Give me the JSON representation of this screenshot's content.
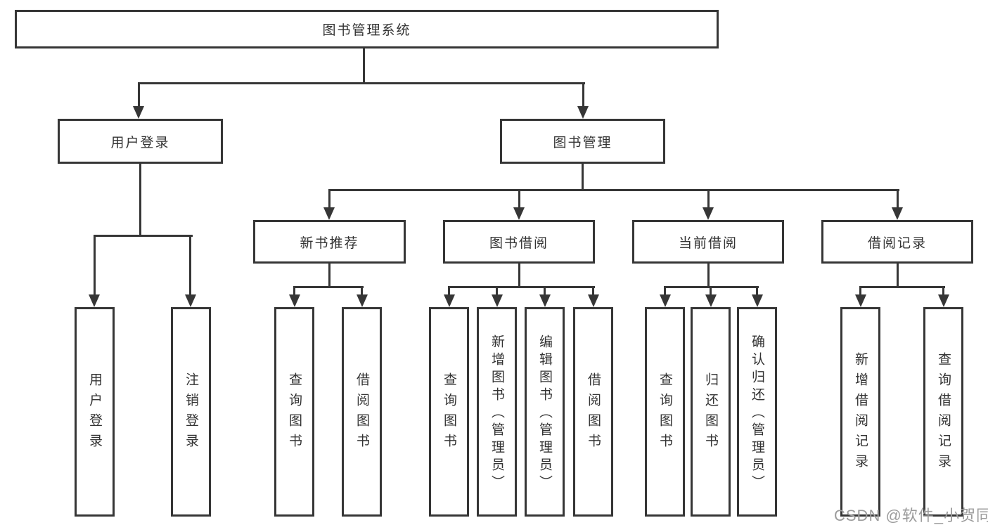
{
  "tree": {
    "label": "图书管理系统",
    "children": [
      {
        "label": "用户登录",
        "children": [
          {
            "label": "用户登录"
          },
          {
            "label": "注销登录"
          }
        ]
      },
      {
        "label": "图书管理",
        "children": [
          {
            "label": "新书推荐",
            "children": [
              {
                "label": "查询图书"
              },
              {
                "label": "借阅图书"
              }
            ]
          },
          {
            "label": "图书借阅",
            "children": [
              {
                "label": "查询图书"
              },
              {
                "label": "新增图书（管理员）"
              },
              {
                "label": "编辑图书（管理员）"
              },
              {
                "label": "借阅图书"
              }
            ]
          },
          {
            "label": "当前借阅",
            "children": [
              {
                "label": "查询图书"
              },
              {
                "label": "归还图书"
              },
              {
                "label": "确认归还（管理员）"
              }
            ]
          },
          {
            "label": "借阅记录",
            "children": [
              {
                "label": "新增借阅记录"
              },
              {
                "label": "查询借阅记录"
              }
            ]
          }
        ]
      }
    ]
  },
  "watermark": {
    "text": "CSDN @软件_小贺同学"
  },
  "colors": {
    "line": "#363636",
    "text": "#333333",
    "watermark": "#9c9c9c",
    "background": "#ffffff"
  }
}
